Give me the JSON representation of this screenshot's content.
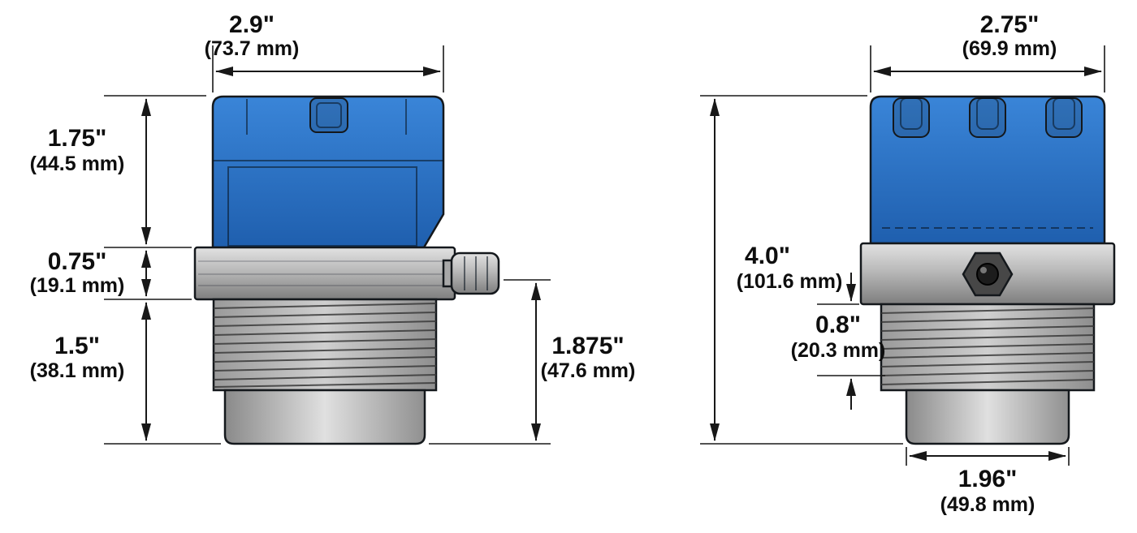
{
  "figure": {
    "background": "#ffffff",
    "colors": {
      "housing_blue_light": "#3a85d8",
      "housing_blue": "#1f5fae",
      "outline": "#14181c",
      "dimension_ink": "#181818",
      "metal_light": "#e2e2e2",
      "metal_dark": "#7e7e7e"
    },
    "side_view": {
      "dim_width_top": {
        "in": "2.9\"",
        "mm": "(73.7 mm)"
      },
      "dim_height_housing": {
        "in": "1.75\"",
        "mm": "(44.5 mm)"
      },
      "dim_height_collar": {
        "in": "0.75\"",
        "mm": "(19.1 mm)"
      },
      "dim_height_thread": {
        "in": "1.5\"",
        "mm": "(38.1 mm)"
      },
      "dim_height_conduit_to_tip": {
        "in": "1.875\"",
        "mm": "(47.6 mm)"
      }
    },
    "front_view": {
      "dim_width_top": {
        "in": "2.75\"",
        "mm": "(69.9 mm)"
      },
      "dim_height_overall": {
        "in": "4.0\"",
        "mm": "(101.6 mm)"
      },
      "dim_thread_engagement": {
        "in": "0.8\"",
        "mm": "(20.3 mm)"
      },
      "dim_width_bottom": {
        "in": "1.96\"",
        "mm": "(49.8 mm)"
      }
    }
  }
}
